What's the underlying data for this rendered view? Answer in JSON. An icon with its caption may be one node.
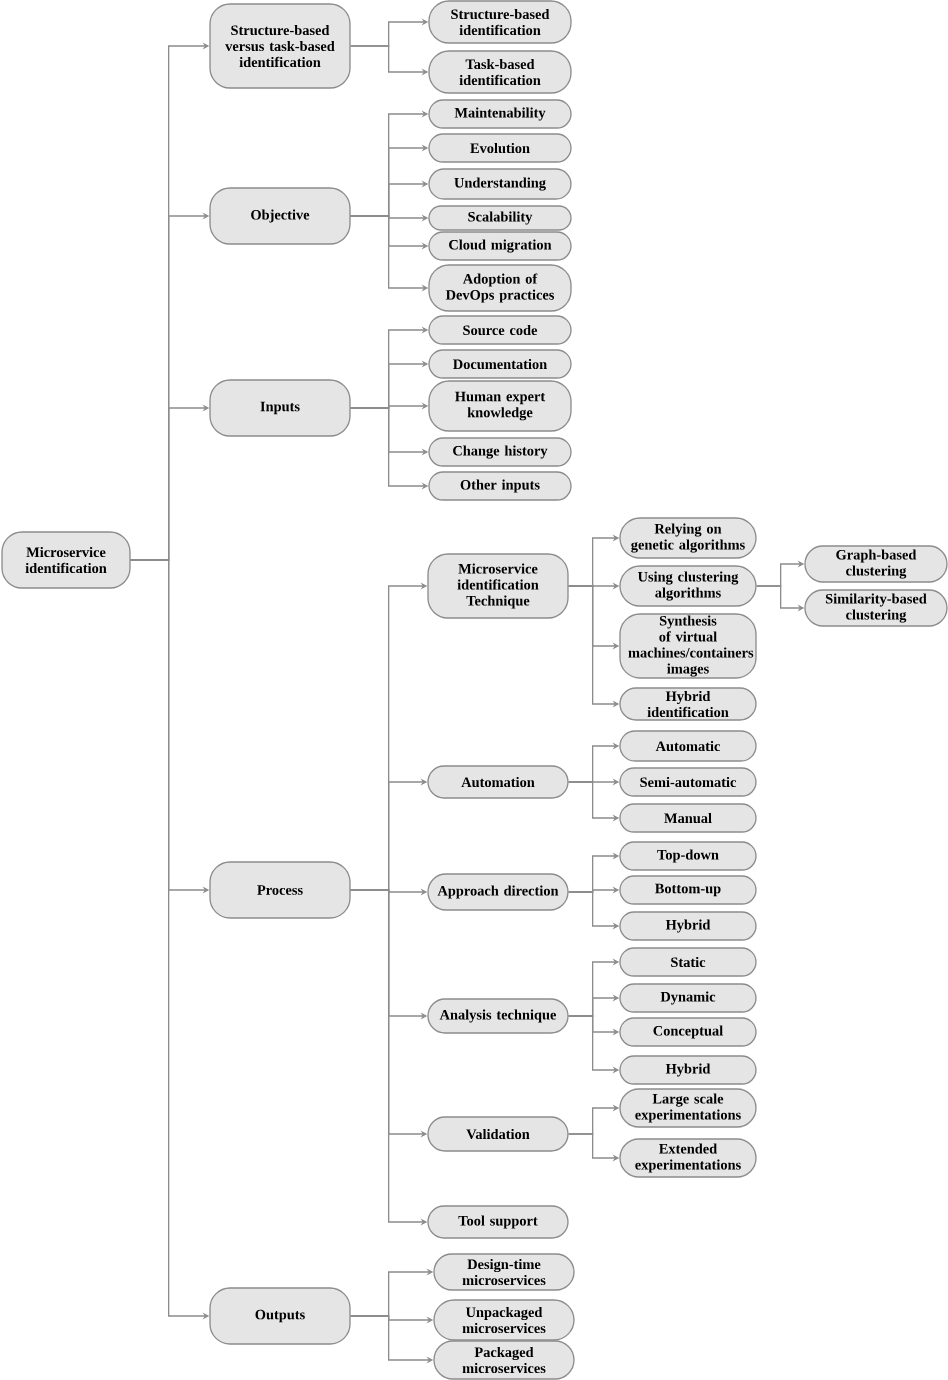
{
  "diagram": {
    "nodes": [
      {
        "text": [
          "Microservice identification"
        ]
      },
      {
        "text": [
          "Structure-based versus task-based identification"
        ]
      },
      {
        "text": [
          "Objective"
        ]
      },
      {
        "text": [
          "Inputs"
        ]
      },
      {
        "text": [
          "Process"
        ]
      },
      {
        "text": [
          "Outputs"
        ]
      },
      {
        "text": [
          "Structure-based identification"
        ]
      },
      {
        "text": [
          "Task-based identification"
        ]
      },
      {
        "text": [
          "Maintenability"
        ]
      },
      {
        "text": [
          "Evolution"
        ]
      },
      {
        "text": [
          "Understanding"
        ]
      },
      {
        "text": [
          "Scalability"
        ]
      },
      {
        "text": [
          "Cloud migration"
        ]
      },
      {
        "text": [
          "Adoption of DevOps practices"
        ]
      },
      {
        "text": [
          "Source code"
        ]
      },
      {
        "text": [
          "Documentation"
        ]
      },
      {
        "text": [
          "Human expert knowledge"
        ]
      },
      {
        "text": [
          "Change history"
        ]
      },
      {
        "text": [
          "Other inputs"
        ]
      },
      {
        "text": [
          "Microservice identification Technique"
        ]
      },
      {
        "text": [
          "Automation"
        ]
      },
      {
        "text": [
          "Approach direction"
        ]
      },
      {
        "text": [
          "Analysis technique"
        ]
      },
      {
        "text": [
          "Validation"
        ]
      },
      {
        "text": [
          "Tool support"
        ]
      },
      {
        "text": [
          "Relying on genetic algorithms"
        ]
      },
      {
        "text": [
          "Using clustering algorithms"
        ]
      },
      {
        "text": [
          "Synthesis of virtual machines/containers images"
        ]
      },
      {
        "text": [
          "Hybrid identification"
        ]
      },
      {
        "text": [
          "Automatic"
        ]
      },
      {
        "text": [
          "Semi-automatic"
        ]
      },
      {
        "text": [
          "Manual"
        ]
      },
      {
        "text": [
          "Top-down"
        ]
      },
      {
        "text": [
          "Bottom-up"
        ]
      },
      {
        "text": [
          "Hybrid"
        ]
      },
      {
        "text": [
          "Static"
        ]
      },
      {
        "text": [
          "Dynamic"
        ]
      },
      {
        "text": [
          "Conceptual"
        ]
      },
      {
        "text": [
          "Hybrid"
        ]
      },
      {
        "text": [
          "Large scale experimentations"
        ]
      },
      {
        "text": [
          "Extended experimentations"
        ]
      },
      {
        "text": [
          "Graph-based clustering"
        ]
      },
      {
        "text": [
          "Similarity-based clustering"
        ]
      },
      {
        "text": [
          "Design-time microservices"
        ]
      },
      {
        "text": [
          "Unpackaged microservices"
        ]
      },
      {
        "text": [
          "Packaged microservices"
        ]
      }
    ],
    "edges": [
      {
        "from": 0,
        "to": 1,
        "arrow": "to"
      },
      {
        "from": 0,
        "to": 2,
        "arrow": "to"
      },
      {
        "from": 0,
        "to": 3,
        "arrow": "to"
      },
      {
        "from": 0,
        "to": 4,
        "arrow": "to"
      },
      {
        "from": 0,
        "to": 5,
        "arrow": "to"
      },
      {
        "from": 1,
        "to": 6,
        "arrow": "to"
      },
      {
        "from": 1,
        "to": 7,
        "arrow": "to"
      },
      {
        "from": 2,
        "to": 8,
        "arrow": "to"
      },
      {
        "from": 2,
        "to": 9,
        "arrow": "to"
      },
      {
        "from": 2,
        "to": 10,
        "arrow": "to"
      },
      {
        "from": 2,
        "to": 11,
        "arrow": "to"
      },
      {
        "from": 2,
        "to": 12,
        "arrow": "to"
      },
      {
        "from": 2,
        "to": 13,
        "arrow": "to"
      },
      {
        "from": 3,
        "to": 14,
        "arrow": "to"
      },
      {
        "from": 3,
        "to": 15,
        "arrow": "to"
      },
      {
        "from": 3,
        "to": 16,
        "arrow": "to"
      },
      {
        "from": 3,
        "to": 17,
        "arrow": "to"
      },
      {
        "from": 3,
        "to": 18,
        "arrow": "to"
      },
      {
        "from": 4,
        "to": 19,
        "arrow": "to"
      },
      {
        "from": 4,
        "to": 20,
        "arrow": "to"
      },
      {
        "from": 4,
        "to": 21,
        "arrow": "to"
      },
      {
        "from": 4,
        "to": 22,
        "arrow": "to"
      },
      {
        "from": 4,
        "to": 23,
        "arrow": "to"
      },
      {
        "from": 4,
        "to": 24,
        "arrow": "to"
      },
      {
        "from": 19,
        "to": 25,
        "arrow": "to"
      },
      {
        "from": 19,
        "to": 26,
        "arrow": "to"
      },
      {
        "from": 19,
        "to": 27,
        "arrow": "to"
      },
      {
        "from": 19,
        "to": 28,
        "arrow": "to"
      },
      {
        "from": 20,
        "to": 29,
        "arrow": "to"
      },
      {
        "from": 20,
        "to": 30,
        "arrow": "to"
      },
      {
        "from": 20,
        "to": 31,
        "arrow": "to"
      },
      {
        "from": 21,
        "to": 32,
        "arrow": "to"
      },
      {
        "from": 21,
        "to": 33,
        "arrow": "to"
      },
      {
        "from": 21,
        "to": 34,
        "arrow": "to"
      },
      {
        "from": 22,
        "to": 35,
        "arrow": "to"
      },
      {
        "from": 22,
        "to": 36,
        "arrow": "to"
      },
      {
        "from": 22,
        "to": 37,
        "arrow": "to"
      },
      {
        "from": 22,
        "to": 38,
        "arrow": "to"
      },
      {
        "from": 23,
        "to": 39,
        "arrow": "to"
      },
      {
        "from": 23,
        "to": 40,
        "arrow": "to"
      },
      {
        "from": 26,
        "to": 41,
        "arrow": "to"
      },
      {
        "from": 26,
        "to": 42,
        "arrow": "to"
      },
      {
        "from": 5,
        "to": 43,
        "arrow": "to"
      },
      {
        "from": 5,
        "to": 44,
        "arrow": "to"
      },
      {
        "from": 5,
        "to": 45,
        "arrow": "to"
      }
    ]
  }
}
